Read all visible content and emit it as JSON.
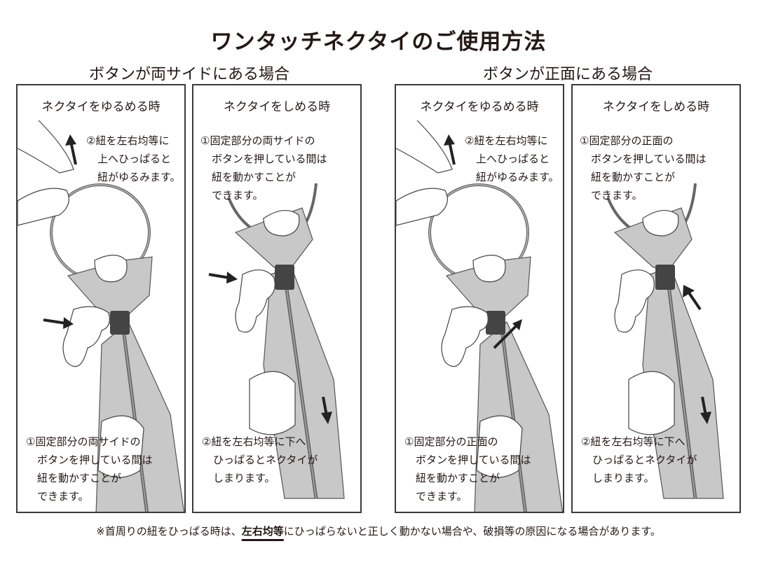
{
  "title": "ワンタッチネクタイのご使用方法",
  "sections": [
    {
      "title": "ボタンが両サイドにある場合",
      "panels": [
        {
          "title": "ネクタイをゆるめる時",
          "top_note": [
            "②紐を左右均等に",
            "上へひっぱると",
            "紐がゆるみます。"
          ],
          "bottom_note": [
            "①固定部分の両サイドの",
            "ボタンを押している間は",
            "紐を動かすことが",
            "できます。"
          ]
        },
        {
          "title": "ネクタイをしめる時",
          "top_note": [
            "①固定部分の両サイドの",
            "ボタンを押している間は",
            "紐を動かすことが",
            "できます。"
          ],
          "bottom_note": [
            "②紐を左右均等に下へ",
            "ひっぱるとネクタイが",
            "しまります。"
          ]
        }
      ]
    },
    {
      "title": "ボタンが正面にある場合",
      "panels": [
        {
          "title": "ネクタイをゆるめる時",
          "top_note": [
            "②紐を左右均等に",
            "上へひっぱると",
            "紐がゆるみます。"
          ],
          "bottom_note": [
            "①固定部分の正面の",
            "ボタンを押している間は",
            "紐を動かすことが",
            "できます。"
          ]
        },
        {
          "title": "ネクタイをしめる時",
          "top_note": [
            "①固定部分の正面の",
            "ボタンを押している間は",
            "紐を動かすことが",
            "できます。"
          ],
          "bottom_note": [
            "②紐を左右均等に下へ",
            "ひっぱるとネクタイが",
            "しまります。"
          ]
        }
      ]
    }
  ],
  "footer": {
    "before": "※首周りの紐をひっぱる時は、",
    "emphasis": "左右均等",
    "after": "にひっぱらないと正しく動かない場合や、破損等の原因になる場合があります。"
  }
}
